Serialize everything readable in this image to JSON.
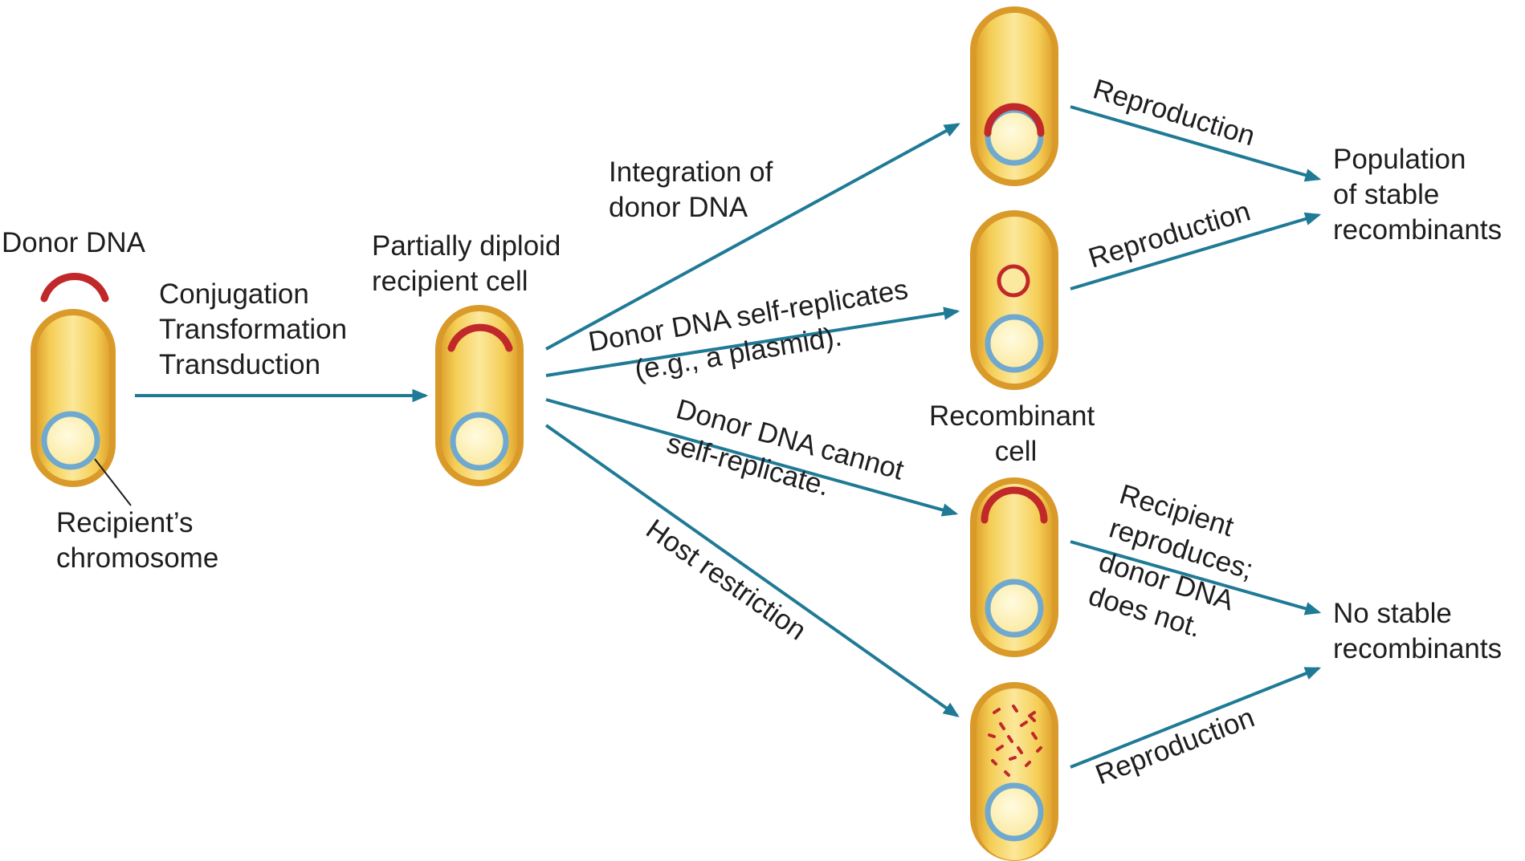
{
  "labels": {
    "donor_dna": "Donor DNA",
    "recipients_chromosome": [
      "Recipient’s",
      "chromosome"
    ],
    "transfer_methods": [
      "Conjugation",
      "Transformation",
      "Transduction"
    ],
    "partially_diploid": [
      "Partially diploid",
      "recipient cell"
    ],
    "integration": [
      "Integration of",
      "donor DNA"
    ],
    "self_replicates": [
      "Donor DNA self-replicates",
      "(e.g., a plasmid)."
    ],
    "cannot_replicate": [
      "Donor DNA cannot",
      "self-replicate."
    ],
    "host_restriction": "Host restriction",
    "recombinant_cell": [
      "Recombinant",
      "cell"
    ],
    "reproduction": "Reproduction",
    "recipient_reproduces": [
      "Recipient",
      "reproduces;",
      "donor DNA",
      "does not."
    ],
    "stable_population": [
      "Population",
      "of stable",
      "recombinants"
    ],
    "no_stable": [
      "No stable",
      "recombinants"
    ]
  },
  "colors": {
    "arrow": "#1f7a95",
    "cell_fill": "#f2c54a",
    "cell_outline": "#d99a2a",
    "chromosome": "#6fa9cf",
    "donor_dna": "#c0282a"
  }
}
